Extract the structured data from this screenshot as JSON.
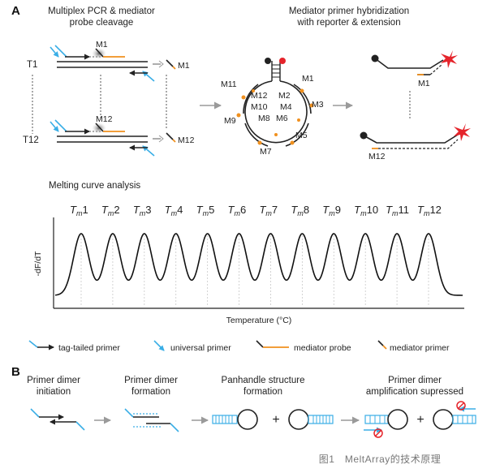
{
  "panel_a": {
    "letter": "A",
    "step1_title_line1": "Multiplex PCR & mediator",
    "step1_title_line2": "probe cleavage",
    "step2_title_line1": "Mediator primer hybridization",
    "step2_title_line2": "with reporter & extension",
    "target_top": "T1",
    "target_bottom": "T12",
    "probe_top": "M1",
    "probe_bottom": "M12",
    "released_top": "M1",
    "released_bottom": "M12",
    "ring_labels": [
      "M11",
      "M1",
      "M12",
      "M2",
      "M10",
      "M4",
      "M3",
      "M9",
      "M8",
      "M6",
      "M5",
      "M7"
    ],
    "ext_top": "M1",
    "ext_bottom": "M12",
    "melt_title": "Melting curve analysis",
    "tm_symbol": "T",
    "tm_sub": "m",
    "tm_numbers": [
      "1",
      "2",
      "3",
      "4",
      "5",
      "6",
      "7",
      "8",
      "9",
      "10",
      "11",
      "12"
    ],
    "ylabel": "-dF/dT",
    "xlabel": "Temperature (°C)",
    "legend": [
      "tag-tailed primer",
      "universal primer",
      "mediator probe",
      "mediator primer"
    ]
  },
  "panel_b": {
    "letter": "B",
    "s1_line1": "Primer dimer",
    "s1_line2": "initiation",
    "s2_line1": "Primer dimer",
    "s2_line2": "formation",
    "s3_line1": "Panhandle structure",
    "s3_line2": "formation",
    "s4_line1": "Primer dimer",
    "s4_line2": "amplification supressed",
    "plus1": "+",
    "plus2": "+"
  },
  "caption": "图1　MeltArray的技术原理",
  "colors": {
    "orange": "#f0901e",
    "blue": "#3aaee6",
    "red": "#e5242b",
    "gray_arrow": "#9a9a9a",
    "ink": "#222222"
  }
}
